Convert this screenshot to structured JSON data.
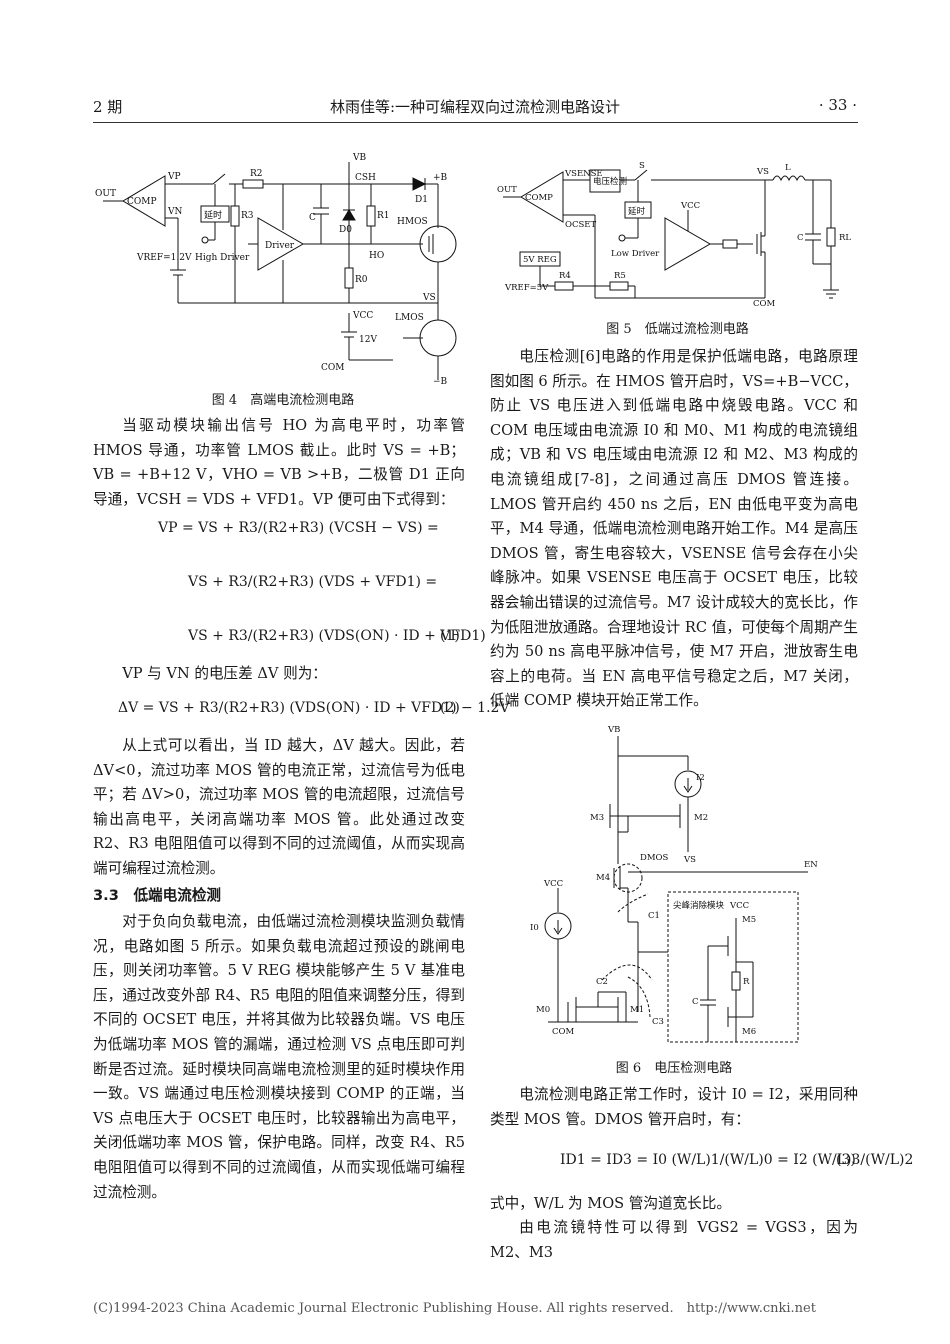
{
  "header": {
    "issue": "2 期",
    "title": "林雨佳等:一种可编程双向过流检测电路设计",
    "page": "· 33 ·"
  },
  "fig4": {
    "caption": "图 4　高端电流检测电路",
    "labels": {
      "out": "OUT",
      "comp": "COMP",
      "vp": "VP",
      "vn": "VN",
      "vref": "VREF=1.2V",
      "r2": "R2",
      "r3": "R3",
      "delay": "延时",
      "high_driver": "High Driver",
      "driver": "Driver",
      "vb": "VB",
      "csh": "CSH",
      "d1": "D1",
      "plus_b": "+B",
      "c": "C",
      "d0": "D0",
      "r1": "R1",
      "hmos": "HMOS",
      "ho": "HO",
      "r0": "R0",
      "vs": "VS",
      "vcc": "VCC",
      "v12": "12V",
      "lmos": "LMOS",
      "com": "COM",
      "minus_b": "−B",
      "plus": "+",
      "minus": "−"
    }
  },
  "fig5": {
    "caption": "图 5　低端过流检测电路",
    "labels": {
      "out": "OUT",
      "comp": "COMP",
      "vsense": "VSENSE",
      "ocset": "OCSET",
      "vdetect": "电压检测",
      "s": "S",
      "delay": "延时",
      "vcc": "VCC",
      "low_driver": "Low Driver",
      "vs": "VS",
      "l": "L",
      "c": "C",
      "rl": "RL",
      "com": "COM",
      "vreg": "5V REG",
      "vref": "VREF=5V",
      "r4": "R4",
      "r5": "R5"
    }
  },
  "fig6": {
    "caption": "图 6　电压检测电路",
    "labels": {
      "vb": "VB",
      "i2": "I2",
      "m3": "M3",
      "m2": "M2",
      "vs": "VS",
      "dmos": "DMOS",
      "m4": "M4",
      "en": "EN",
      "vcc": "VCC",
      "c1": "C1",
      "spike": "尖峰消除模块",
      "vcc2": "VCC",
      "m5": "M5",
      "i0": "I0",
      "r": "R",
      "c": "C",
      "c2": "C2",
      "m0": "M0",
      "m1": "M1",
      "c3": "C3",
      "m6": "M6",
      "com": "COM"
    }
  },
  "left": {
    "p1": "当驱动模块输出信号 HO 为高电平时，功率管 HMOS 导通，功率管 LMOS 截止。此时 VS = +B；VB = +B+12 V，VHO = VB >+B，二极管 D1 正向导通，VCSH = VDS + VFD1。VP 便可由下式得到：",
    "p2": "VP 与 VN 的电压差 ΔV 则为：",
    "p3": "从上式可以看出，当 ID 越大，ΔV 越大。因此，若 ΔV<0，流过功率 MOS 管的电流正常，过流信号为低电平；若 ΔV>0，流过功率 MOS 管的电流超限，过流信号输出高电平，关闭高端功率 MOS 管。此处通过改变 R2、R3 电阻阻值可以得到不同的过流阈值，从而实现高端可编程过流检测。",
    "section": "3.3　低端电流检测",
    "p4": "对于负向负载电流，由低端过流检测模块监测负载情况，电路如图 5 所示。如果负载电流超过预设的跳闸电压，则关闭功率管。5 V REG 模块能够产生 5 V 基准电压，通过改变外部 R4、R5 电阻的阻值来调整分压，得到不同的 OCSET 电压，并将其做为比较器负端。VS 电压为低端功率 MOS 管的漏端，通过检测 VS 点电压即可判断是否过流。延时模块同高端电流检测里的延时模块作用一致。VS 端通过电压检测模块接到 COMP 的正端，当 VS 点电压大于 OCSET 电压时，比较器输出为高电平，关闭低端功率 MOS 管，保护电路。同样，改变 R4、R5 电阻阻值可以得到不同的过流阈值，从而实现低端可编程过流检测。"
  },
  "equations": {
    "eq1a": "VP = VS + R3/(R2+R3) (VCSH − VS) =",
    "eq1b": "VS + R3/(R2+R3) (VDS + VFD1) =",
    "eq1c": "VS + R3/(R2+R3) (VDS(ON) · ID + VFD1)",
    "eq1_no": "(1)",
    "eq2": "ΔV = VS + R3/(R2+R3) (VDS(ON) · ID + VFD1) − 1.2V",
    "eq2_no": "(2)",
    "eq3": "ID1 = ID3 = I0 (W/L)1/(W/L)0 = I2 (W/L)3/(W/L)2",
    "eq3_no": "(3)"
  },
  "right": {
    "p1": "电压检测[6]电路的作用是保护低端电路，电路原理图如图 6 所示。在 HMOS 管开启时，VS=+B−VCC，防止 VS 电压进入到低端电路中烧毁电路。VCC 和 COM 电压域由电流源 I0 和 M0、M1 构成的电流镜组成；VB 和 VS 电压域由电流源 I2 和 M2、M3 构成的电流镜组成[7-8]，之间通过高压 DMOS 管连接。LMOS 管开启约 450 ns 之后，EN 由低电平变为高电平，M4 导通，低端电流检测电路开始工作。M4 是高压 DMOS 管，寄生电容较大，VSENSE 信号会存在小尖峰脉冲。如果 VSENSE 电压高于 OCSET 电压，比较器会输出错误的过流信号。M7 设计成较大的宽长比，作为低阻泄放通路。合理地设计 RC 值，可使每个周期产生约为 50 ns 高电平脉冲信号，使 M7 开启，泄放寄生电容上的电荷。当 EN 高电平信号稳定之后，M7 关闭，低端 COMP 模块开始正常工作。",
    "p2": "电流检测电路正常工作时，设计 I0 = I2，采用同种类型 MOS 管。DMOS 管开启时，有：",
    "p3": "式中，W/L 为 MOS 管沟道宽长比。",
    "p4": "由电流镜特性可以得到 VGS2 = VGS3，因为 M2、M3"
  },
  "footer": "(C)1994-2023 China Academic Journal Electronic Publishing House. All rights reserved.　http://www.cnki.net"
}
